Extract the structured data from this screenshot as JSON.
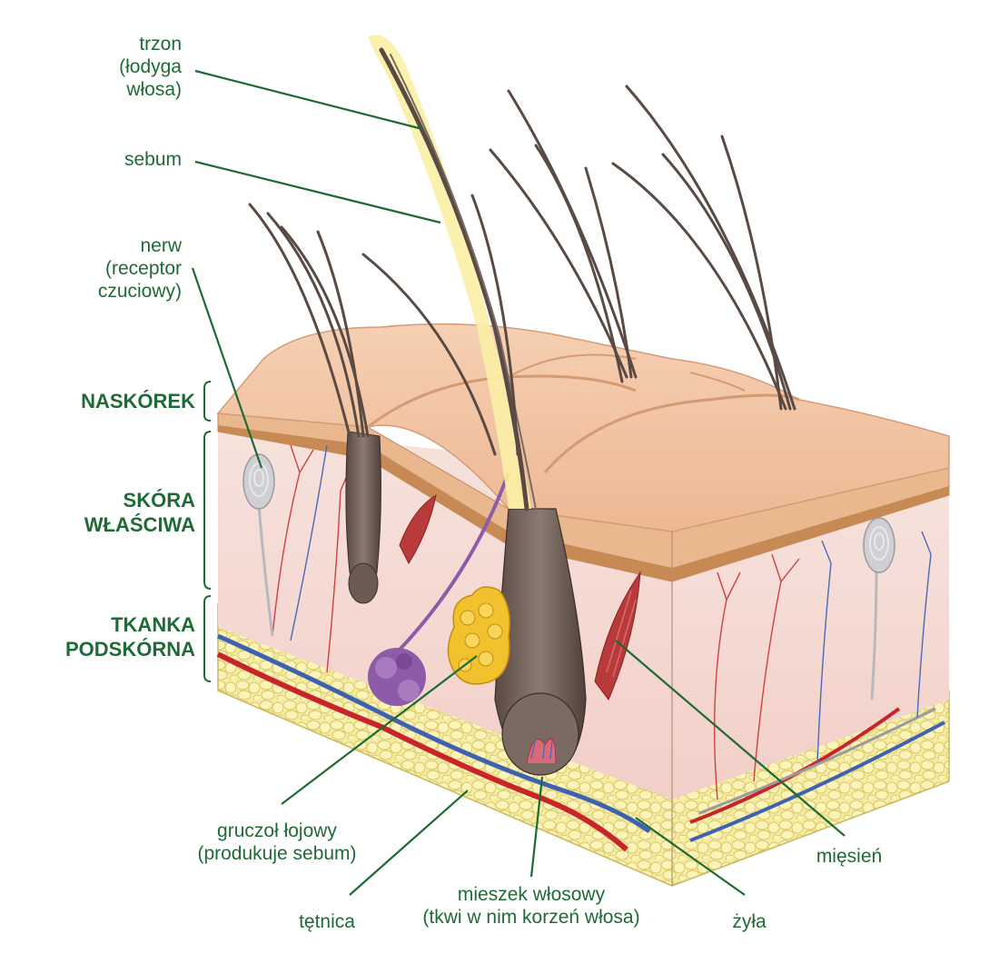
{
  "labels": {
    "trzon": [
      "trzon",
      "(łodyga",
      "włosa)"
    ],
    "sebum": "sebum",
    "nerw": [
      "nerw",
      "(receptor",
      "czuciowy)"
    ],
    "naskorek": "NASKÓREK",
    "skora": [
      "SKÓRA",
      "WŁAŚCIWA"
    ],
    "tkanka": [
      "TKANKA",
      "PODSKÓRNA"
    ],
    "gruczol": [
      "gruczoł łojowy",
      "(produkuje sebum)"
    ],
    "tetnica": "tętnica",
    "mieszek": [
      "mieszek włosowy",
      "(tkwi w nim korzeń włosa)"
    ],
    "zyla": "żyła",
    "miesien": "mięsień"
  },
  "colors": {
    "label_text": "#1f6b35",
    "leader_line": "#1d6b32",
    "skin_surface": "#f2c4a4",
    "epidermis": "#d9a27c",
    "dermis": "#f5d6d0",
    "fat": "#f3e79a",
    "hair": "#5a4a44",
    "sebum_glow": "#fbf0a6",
    "artery": "#c8242b",
    "vein": "#3f62b0",
    "muscle": "#b83a3a",
    "sebaceous_gland": "#f2c12e",
    "sweat_gland": "#8e5ba8",
    "nerve_receptor": "#c8c8cc"
  }
}
